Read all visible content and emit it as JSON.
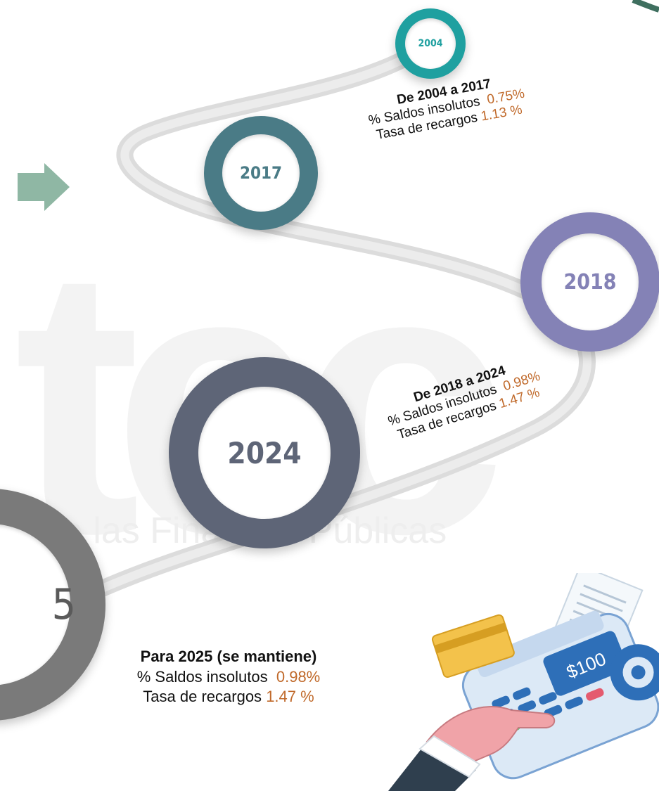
{
  "colors": {
    "teal": "#1fa0a0",
    "slate_teal": "#4a7b86",
    "lavender": "#8482b6",
    "dark_slate": "#5e6577",
    "gray": "#7a7a7a",
    "value_orange": "#c0692a"
  },
  "watermark": {
    "logo": "tec",
    "line": "de las Finanzas Públicas"
  },
  "milestones": [
    {
      "year": "2004"
    },
    {
      "year": "2017"
    },
    {
      "year": "2018"
    },
    {
      "year": "2024"
    },
    {
      "year": "5"
    }
  ],
  "periods": [
    {
      "heading": "De 2004 a 2017",
      "insolutos_label": "% Saldos insolutos",
      "insolutos_value": "0.75%",
      "recargos_label": "Tasa de recargos",
      "recargos_value": "1.13 %"
    },
    {
      "heading": "De 2018 a 2024",
      "insolutos_label": "% Saldos insolutos",
      "insolutos_value": "0.98%",
      "recargos_label": "Tasa de recargos",
      "recargos_value": "1.47 %"
    },
    {
      "heading": "Para 2025 (se mantiene)",
      "insolutos_label": "% Saldos insolutos",
      "insolutos_value": "0.98%",
      "recargos_label": "Tasa de recargos",
      "recargos_value": "1.47 %"
    }
  ],
  "terminal": {
    "screen_text": "$100"
  }
}
